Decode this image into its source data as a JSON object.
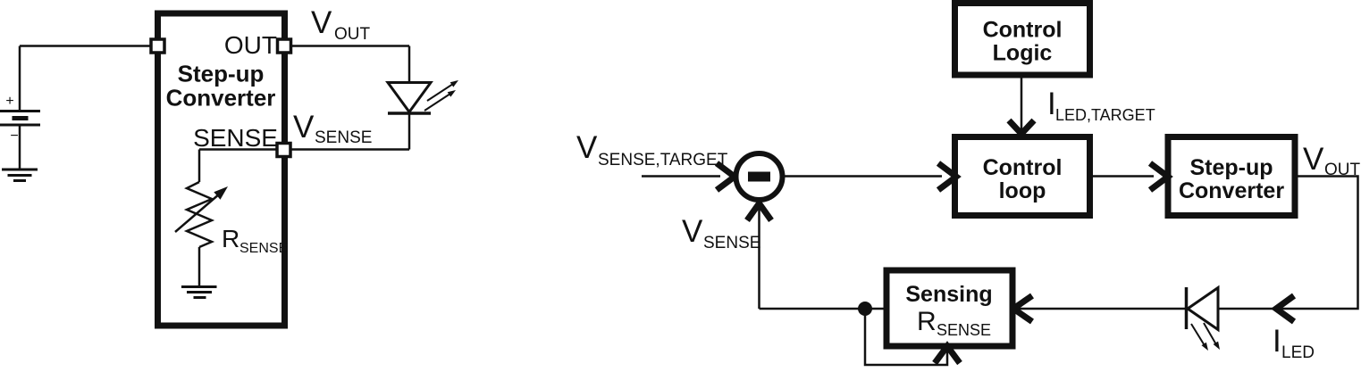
{
  "colors": {
    "ink": "#111111",
    "background": "#ffffff"
  },
  "left": {
    "box": {
      "line1": "Step-up",
      "line2": "Converter"
    },
    "pin_out": "OUT",
    "pin_sense": "SENSE",
    "v_out": {
      "base": "V",
      "sub": "OUT"
    },
    "v_sense": {
      "base": "V",
      "sub": "SENSE"
    },
    "r_sense": {
      "base": "R",
      "sub": "SENSE"
    },
    "battery": {
      "plus": "+",
      "minus": "−"
    }
  },
  "right": {
    "control_logic": {
      "line1": "Control",
      "line2": "Logic"
    },
    "control_loop": {
      "line1": "Control",
      "line2": "loop"
    },
    "stepup": {
      "line1": "Step-up",
      "line2": "Converter"
    },
    "sensing": {
      "title": "Sensing",
      "r_base": "R",
      "r_sub": "SENSE"
    },
    "v_sense_target": {
      "base": "V",
      "sub": "SENSE,TARGET"
    },
    "i_led_target": {
      "base": "I",
      "sub": "LED,TARGET"
    },
    "v_out": {
      "base": "V",
      "sub": "OUT"
    },
    "v_sense": {
      "base": "V",
      "sub": "SENSE"
    },
    "i_led": {
      "base": "I",
      "sub": "LED"
    },
    "summing": {
      "operator": "−"
    }
  }
}
